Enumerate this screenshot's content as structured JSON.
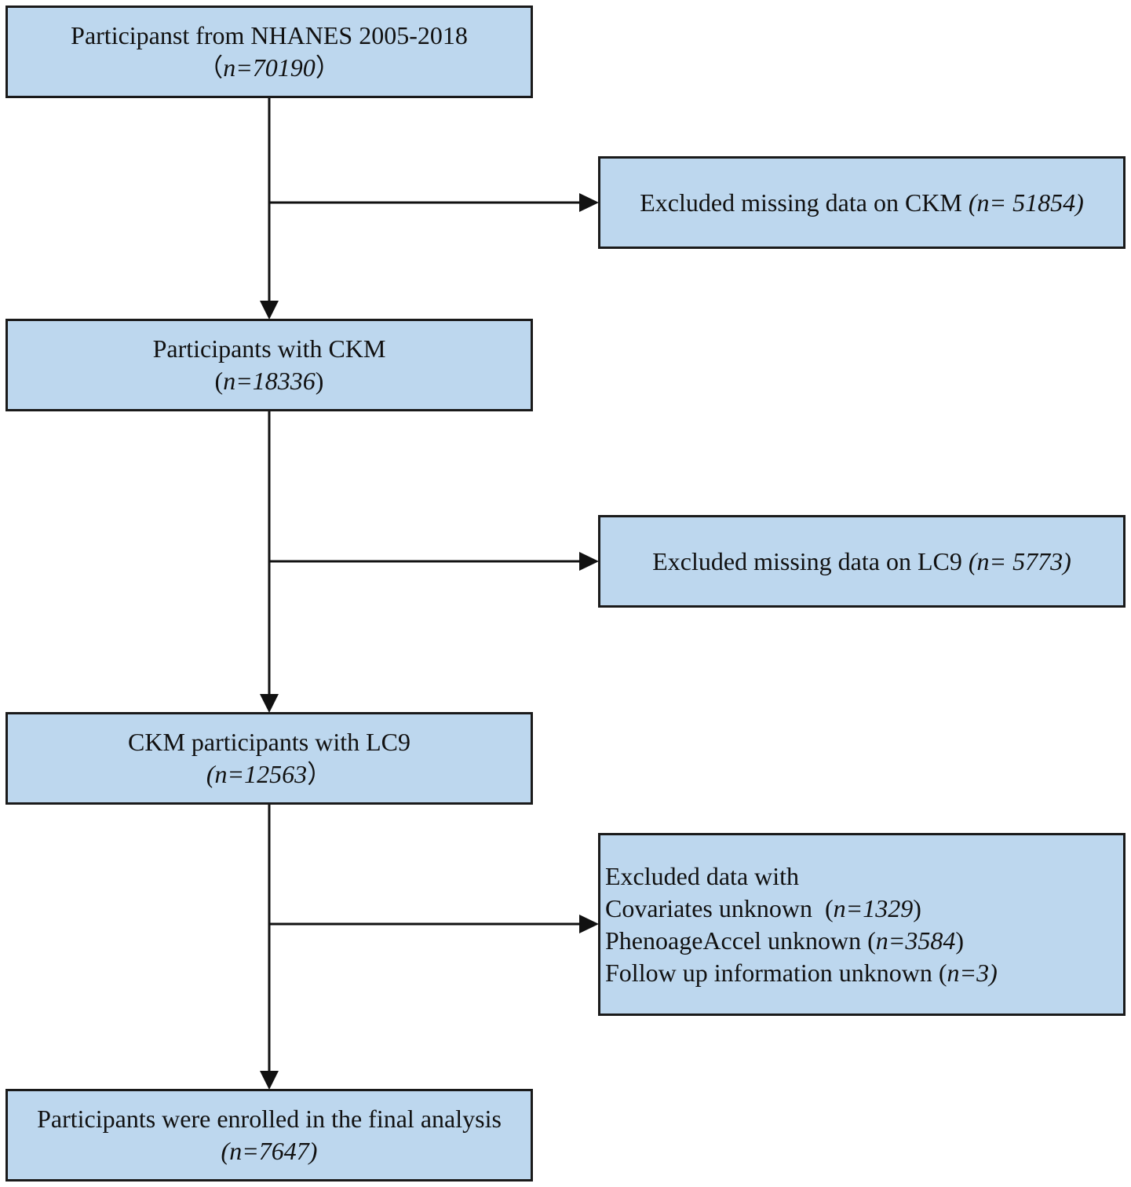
{
  "boxes": {
    "start": {
      "line1": "Participanst from NHANES 2005-2018",
      "line2_open": "（",
      "line2_n": "n=70190",
      "line2_close": "）"
    },
    "with_ckm": {
      "line1": "Participants with CKM",
      "line2_open": "(",
      "line2_n": "n=18336",
      "line2_close": ")"
    },
    "ckm_lc9": {
      "line1": "CKM participants with LC9",
      "line2_n": "(n=12563",
      "line2_close": "）"
    },
    "final": {
      "line1": "Participants were enrolled in the final analysis",
      "line2_n": "(n=7647)"
    },
    "excl_ckm": {
      "text": "Excluded missing data on CKM ",
      "n": "(n= 51854)"
    },
    "excl_lc9": {
      "text": "Excluded missing data on LC9 ",
      "n": "(n= 5773)"
    },
    "excl_other": {
      "title": "Excluded data with",
      "rows": [
        {
          "label": "Covariates unknown  ",
          "open": "(",
          "n": "n=1329",
          "close": ")"
        },
        {
          "label": "PhenoageAccel unknown ",
          "open": "(",
          "n": "n=3584",
          "close": ")"
        },
        {
          "label": "Follow up information unknown ",
          "open": "(",
          "n": "n=3)",
          "close": ""
        }
      ]
    }
  }
}
